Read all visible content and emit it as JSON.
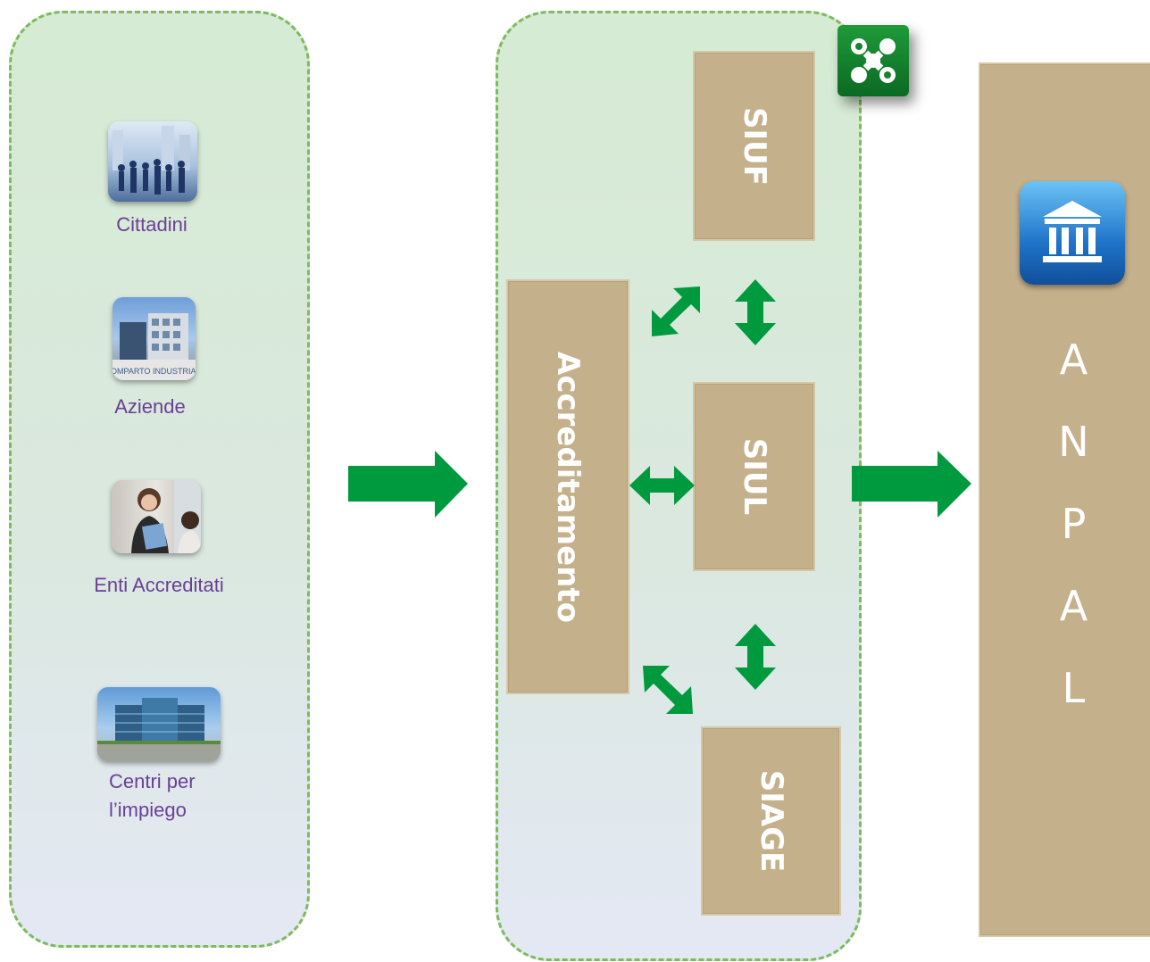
{
  "actors": {
    "cittadini": "Cittadini",
    "aziende": "Aziende",
    "aziende_photo_caption": "COMPARTO INDUSTRIALE",
    "enti": "Enti Accreditati",
    "centri_line1": "Centri per",
    "centri_line2": "l’impiego"
  },
  "systems": {
    "siuf": "SIUF",
    "accreditamento": "Accreditamento",
    "siul": "SIUL",
    "siage": "SIAGE"
  },
  "anpal": {
    "letters": [
      "A",
      "N",
      "P",
      "A",
      "L"
    ]
  },
  "colors": {
    "arrow_green": "#009a3e",
    "panel_border": "#7dbb5c",
    "box_fill": "#c4b08a",
    "label_purple": "#6a3f96"
  }
}
